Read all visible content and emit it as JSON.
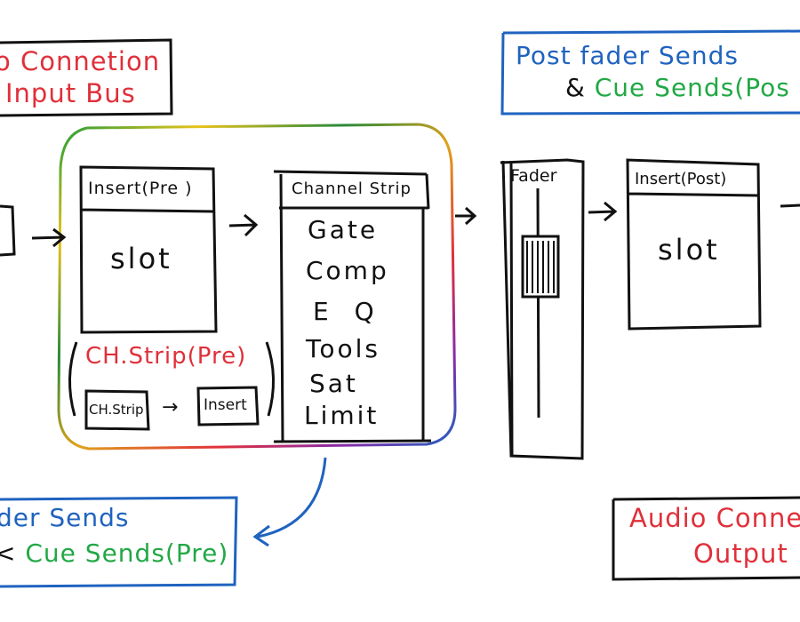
{
  "colors": {
    "red": "#e0303a",
    "green": "#22a845",
    "blue": "#1f63c0",
    "ink": "#111111"
  },
  "top_left_note": {
    "line1": "o Connetion",
    "line2": "Input Bus"
  },
  "top_right_note": {
    "line1": "Post fader Sends",
    "line2_amp": "&",
    "line2_cue": "Cue Sends(Pos"
  },
  "bottom_left_note": {
    "line1": "der Sends",
    "line2_amp": "<",
    "line2_cue": "Cue Sends(Pre)"
  },
  "bottom_right_note": {
    "line1": "Audio Conne",
    "line2": "Output"
  },
  "insert_pre": {
    "title": "Insert(Pre )",
    "slot": "slot"
  },
  "channel_strip": {
    "title": "Channel Strip",
    "items": [
      "Gate",
      "Comp",
      "E Q",
      "Tools",
      "Sat",
      "Limit"
    ]
  },
  "ch_strip_pre": {
    "title": "CH.Strip(Pre)",
    "box1": "CH.Strip",
    "arrow": "→",
    "box2": "Insert"
  },
  "fader": {
    "title": "Fader"
  },
  "insert_post": {
    "title": "Insert(Post)",
    "slot": "slot"
  },
  "arrows": {
    "glyph": "→"
  }
}
